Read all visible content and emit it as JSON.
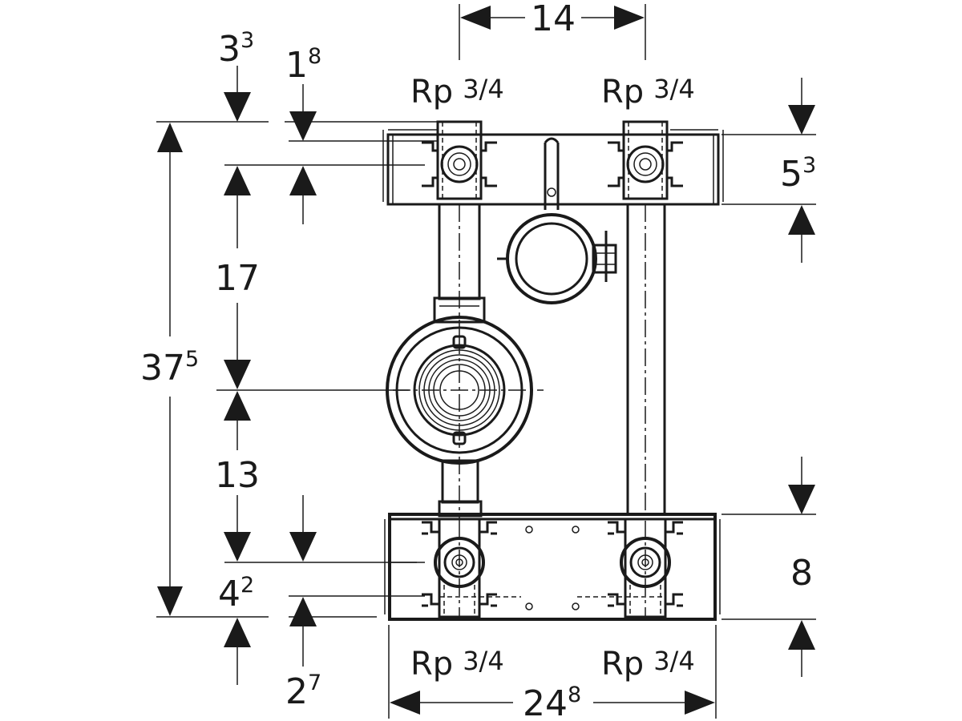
{
  "dimensions": {
    "top_width": {
      "main": "14",
      "sup": ""
    },
    "overall_height": {
      "main": "37",
      "sup": "5"
    },
    "top_offset_a": {
      "main": "3",
      "sup": "3"
    },
    "top_offset_b": {
      "main": "1",
      "sup": "8"
    },
    "upper_span": {
      "main": "17",
      "sup": ""
    },
    "lower_span": {
      "main": "13",
      "sup": ""
    },
    "bottom_offset_a": {
      "main": "4",
      "sup": "2"
    },
    "bottom_offset_b": {
      "main": "2",
      "sup": "7"
    },
    "top_rail_height": {
      "main": "5",
      "sup": "3"
    },
    "bottom_rail_height": {
      "main": "8",
      "sup": ""
    },
    "overall_width": {
      "main": "24",
      "sup": "8"
    }
  },
  "threads": {
    "top_left": {
      "prefix": "Rp",
      "fraction": "3/4"
    },
    "top_right": {
      "prefix": "Rp",
      "fraction": "3/4"
    },
    "bottom_left": {
      "prefix": "Rp",
      "fraction": "3/4"
    },
    "bottom_right": {
      "prefix": "Rp",
      "fraction": "3/4"
    }
  }
}
